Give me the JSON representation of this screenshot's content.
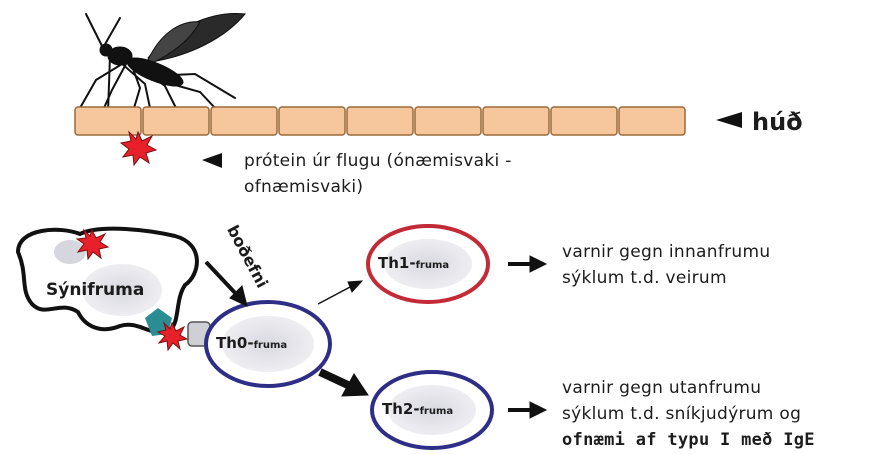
{
  "labels": {
    "skin": "húð",
    "protein_line1": "prótein úr flugu (ónæmisvaki -",
    "protein_line2": "ofnæmisvaki)",
    "signal": "boðefni",
    "apc": "Sýnifruma",
    "th0_prefix": "Th0-",
    "th0_suffix": "fruma",
    "th1_prefix": "Th1-",
    "th1_suffix": "fruma",
    "th2_prefix": "Th2-",
    "th2_suffix": "fruma",
    "th1_out_line1": "varnir gegn innanfrumu",
    "th1_out_line2": "sýklum t.d. veirum",
    "th2_out_line1": "varnir gegn utanfrumu",
    "th2_out_line2": "sýklum t.d. sníkjudýrum og",
    "th2_out_line3": "ofnæmi af typu I með IgE"
  },
  "colors": {
    "skin_cell": "#f6c79d",
    "skin_border": "#9c6a3a",
    "allergen": "#e8202a",
    "th1_ring": "#c22a36",
    "th0_ring": "#2e2e86",
    "th2_ring": "#2e2e86",
    "cell_fill": "#e6e6ee",
    "receptor": "#2a8d93",
    "ink": "#111111"
  },
  "icons": [
    "mosquito-icon",
    "allergen-star-icon",
    "arrow-icon",
    "pointer-triangle-icon"
  ]
}
